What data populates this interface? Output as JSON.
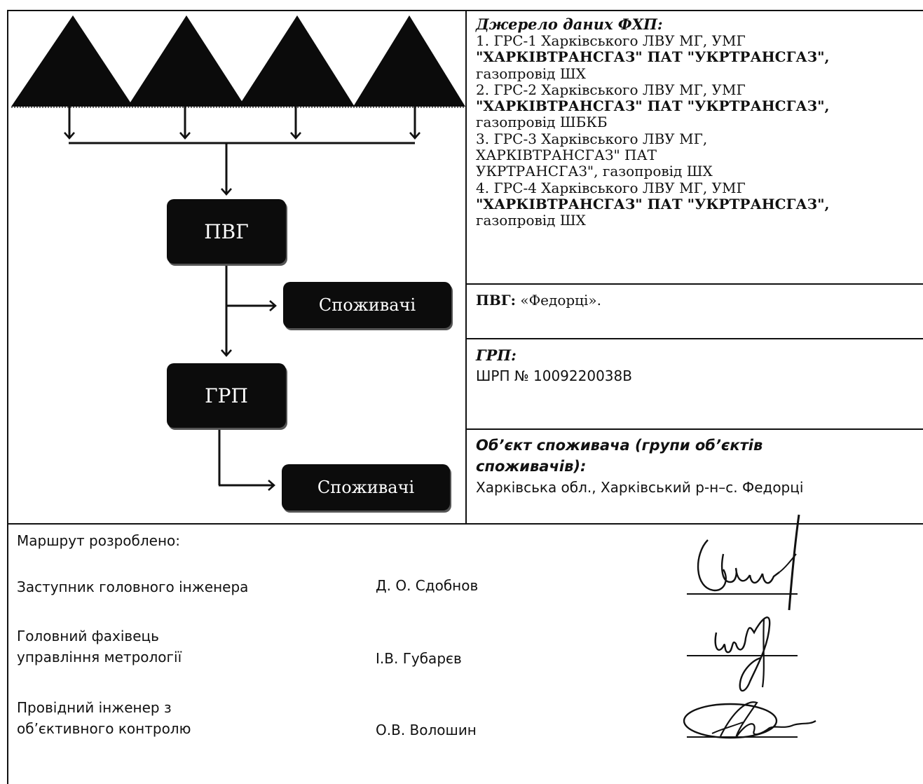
{
  "diagram": {
    "node_pvg": "ПВГ",
    "node_consumers_1": "Споживачі",
    "node_grp": "ГРП",
    "node_consumers_2": "Споживачі"
  },
  "source": {
    "title": "Джерело даних ФХП:",
    "lines": [
      "1. ГРС-1 Харківського ЛВУ МГ, УМГ",
      "\"ХАРКІВТРАНСГАЗ\" ПАТ \"УКРТРАНСГАЗ\",",
      "газопровід ШХ",
      "2. ГРС-2 Харківського ЛВУ МГ, УМГ",
      "\"ХАРКІВТРАНСГАЗ\" ПАТ \"УКРТРАНСГАЗ\",",
      "газопровід ШБКБ",
      "3. ГРС-3 Харківського ЛВУ МГ,",
      "ХАРКІВТРАНСГАЗ\" ПАТ",
      "УКРТРАНСГАЗ\", газопровід ШХ",
      "4. ГРС-4 Харківського ЛВУ МГ, УМГ",
      "\"ХАРКІВТРАНСГАЗ\" ПАТ \"УКРТРАНСГАЗ\",",
      "газопровід ШХ"
    ]
  },
  "pvg": {
    "label": "ПВГ:",
    "value": "«Федорці»."
  },
  "grp": {
    "label": "ГРП:",
    "value": "ШРП № 1009220038В"
  },
  "consumer_object": {
    "label_line1": "Об’єкт споживача (групи об’єктів",
    "label_line2": "споживачів):",
    "value": "Харківська обл., Харківський р-н–с. Федорці"
  },
  "signatures": {
    "heading": "Маршрут розроблено:",
    "people": [
      {
        "role_line1": "Заступник головного інженера",
        "role_line2": "",
        "name": "Д. О. Сдобнов"
      },
      {
        "role_line1": "Головний фахівець",
        "role_line2": "управління метрології",
        "name": "І.В. Губарєв"
      },
      {
        "role_line1": "Провідний інженер з",
        "role_line2": "об’єктивного контролю",
        "name": "О.В. Волошин"
      }
    ]
  }
}
